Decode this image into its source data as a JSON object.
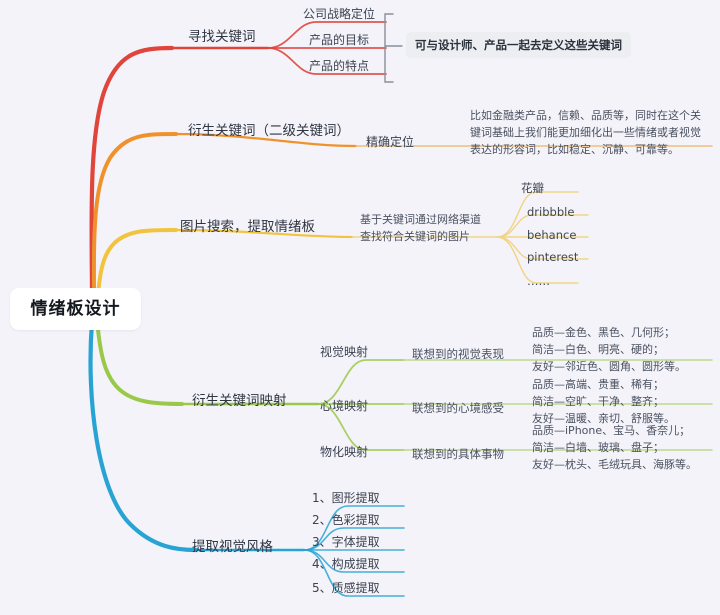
{
  "root": {
    "label": "情绪板设计"
  },
  "colors": {
    "background": "#f4f3f9",
    "branch1": "#e0453c",
    "branch2": "#f0922c",
    "branch3": "#f2c33c",
    "branch4": "#9ac94a",
    "branch5": "#27a3d4",
    "bracket": "#8a8f9a"
  },
  "branches": [
    {
      "label": "寻找关键词",
      "color": "#e0453c",
      "children": [
        {
          "label": "公司战略定位"
        },
        {
          "label": "产品的目标"
        },
        {
          "label": "产品的特点"
        }
      ],
      "annotation": "可与设计师、产品一起去定义这些关键词"
    },
    {
      "label": "衍生关键词（二级关键词）",
      "color": "#f0922c",
      "children": [
        {
          "label": "精确定位",
          "desc": "比如金融类产品，信赖、品质等，同时在这个关键词基础上我们能更加细化出一些情绪或者视觉表达的形容词，比如稳定、沉静、可靠等。"
        }
      ]
    },
    {
      "label": "图片搜索，提取情绪板",
      "color": "#f2c33c",
      "children": [
        {
          "label": "基于关键词通过网络渠道\n查找符合关键词的图片",
          "leaves": [
            {
              "label": "花瓣"
            },
            {
              "label": "dribbble"
            },
            {
              "label": "behance"
            },
            {
              "label": "pinterest"
            },
            {
              "label": "……"
            }
          ]
        }
      ]
    },
    {
      "label": "衍生关键词映射",
      "color": "#9ac94a",
      "children": [
        {
          "label": "视觉映射",
          "sub": "联想到的视觉表现",
          "desc": "品质—金色、黑色、几何形；\n简洁—白色、明亮、硬的；\n友好—邻近色、圆角、圆形等。"
        },
        {
          "label": "心境映射",
          "sub": "联想到的心境感受",
          "desc": "品质—高端、贵重、稀有；\n简洁—空旷、干净、整齐；\n友好—温暖、亲切、舒服等。"
        },
        {
          "label": "物化映射",
          "sub": "联想到的具体事物",
          "desc": "品质—iPhone、宝马、香奈儿；\n简洁—白墙、玻璃、盘子；\n友好—枕头、毛绒玩具、海豚等。"
        }
      ]
    },
    {
      "label": "提取视觉风格",
      "color": "#27a3d4",
      "children": [
        {
          "label": "1、图形提取"
        },
        {
          "label": "2、色彩提取"
        },
        {
          "label": "3、字体提取"
        },
        {
          "label": "4、构成提取"
        },
        {
          "label": "5、质感提取"
        }
      ]
    }
  ]
}
